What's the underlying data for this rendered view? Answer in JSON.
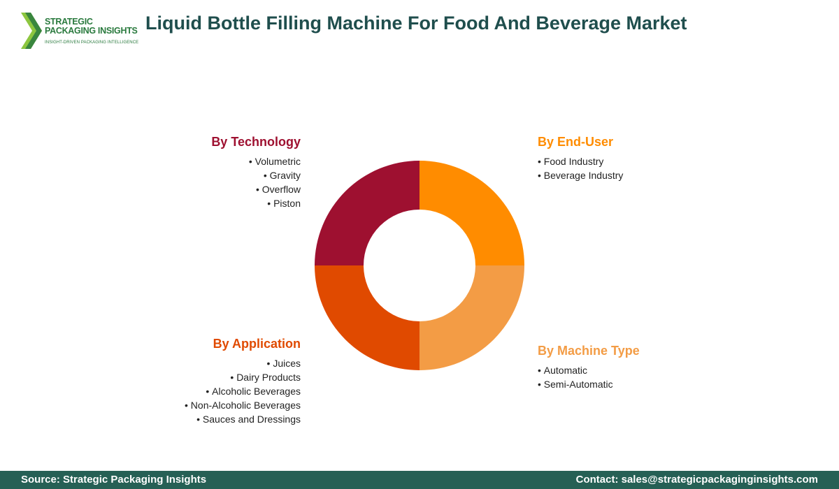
{
  "header": {
    "logo_line1": "STRATEGIC",
    "logo_line2": "PACKAGING INSIGHTS",
    "logo_tagline": "INSIGHT-DRIVEN PACKAGING INTELLIGENCE",
    "title": "Liquid Bottle Filling Machine For Food And Beverage Market"
  },
  "chart_data": {
    "type": "pie",
    "donut": true,
    "slices": [
      {
        "label": "By End-User",
        "value": 25,
        "color": "#ff8c00"
      },
      {
        "label": "By Machine Type",
        "value": 25,
        "color": "#f39c45"
      },
      {
        "label": "By Application",
        "value": 25,
        "color": "#e04a00"
      },
      {
        "label": "By Technology",
        "value": 25,
        "color": "#9e1030"
      }
    ]
  },
  "segments": {
    "technology": {
      "title": "By Technology",
      "color": "#9e1030",
      "items": [
        "Volumetric",
        "Gravity",
        "Overflow",
        "Piston"
      ]
    },
    "end_user": {
      "title": "By End-User",
      "color": "#ff8c00",
      "items": [
        "Food Industry",
        "Beverage Industry"
      ]
    },
    "application": {
      "title": "By Application",
      "color": "#e04a00",
      "items": [
        "Juices",
        "Dairy Products",
        "Alcoholic Beverages",
        "Non-Alcoholic Beverages",
        "Sauces and Dressings"
      ]
    },
    "machine_type": {
      "title": "By Machine Type",
      "color": "#f39c45",
      "items": [
        "Automatic",
        "Semi-Automatic"
      ]
    }
  },
  "footer": {
    "source": "Source: Strategic Packaging Insights",
    "contact": "Contact: sales@strategicpackaginginsights.com"
  }
}
